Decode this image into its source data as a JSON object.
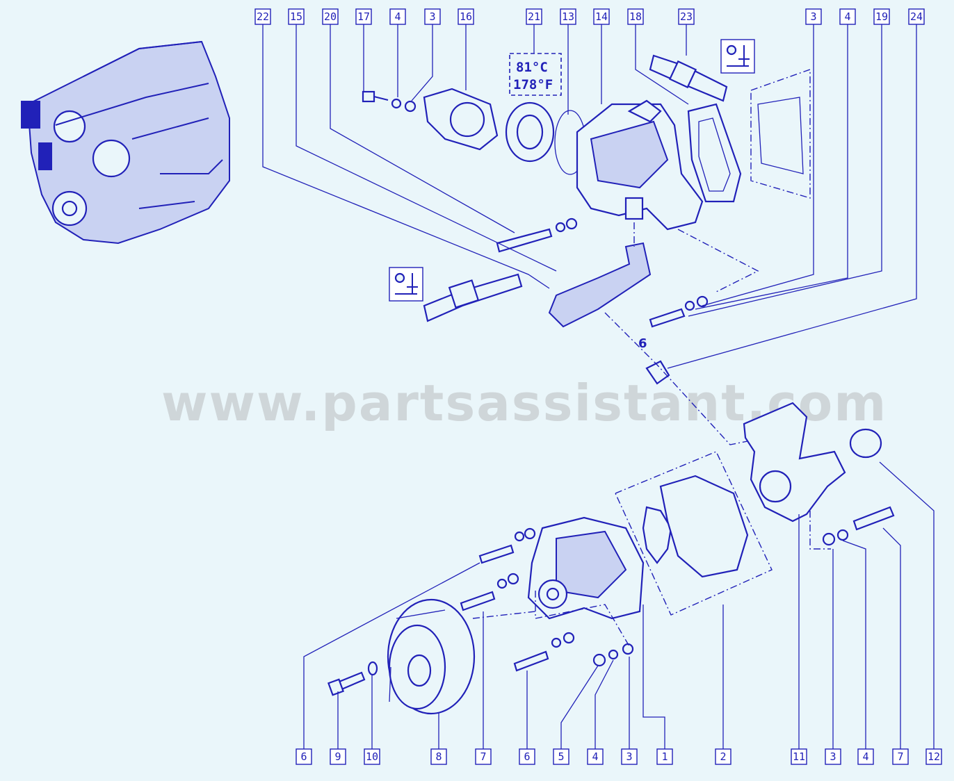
{
  "diagram": {
    "top_labels": [
      "22",
      "15",
      "20",
      "17",
      "4",
      "3",
      "16",
      "21",
      "13",
      "14",
      "18",
      "23",
      "3",
      "4",
      "19",
      "24"
    ],
    "bottom_labels": [
      "6",
      "9",
      "10",
      "8",
      "7",
      "6",
      "5",
      "4",
      "3",
      "1",
      "2",
      "11",
      "3",
      "4",
      "7",
      "12"
    ],
    "thermostat_temp_c": "81°C",
    "thermostat_temp_f": "178°F",
    "inline_label": "6",
    "watermark": "www.partsassistant.com"
  },
  "colors": {
    "ink": "#2121b8",
    "background": "#eaf6fa",
    "watermark": "#cfd6d9"
  },
  "icons": [
    "engine-thumbnail-icon",
    "temperature-sensor-icon"
  ]
}
